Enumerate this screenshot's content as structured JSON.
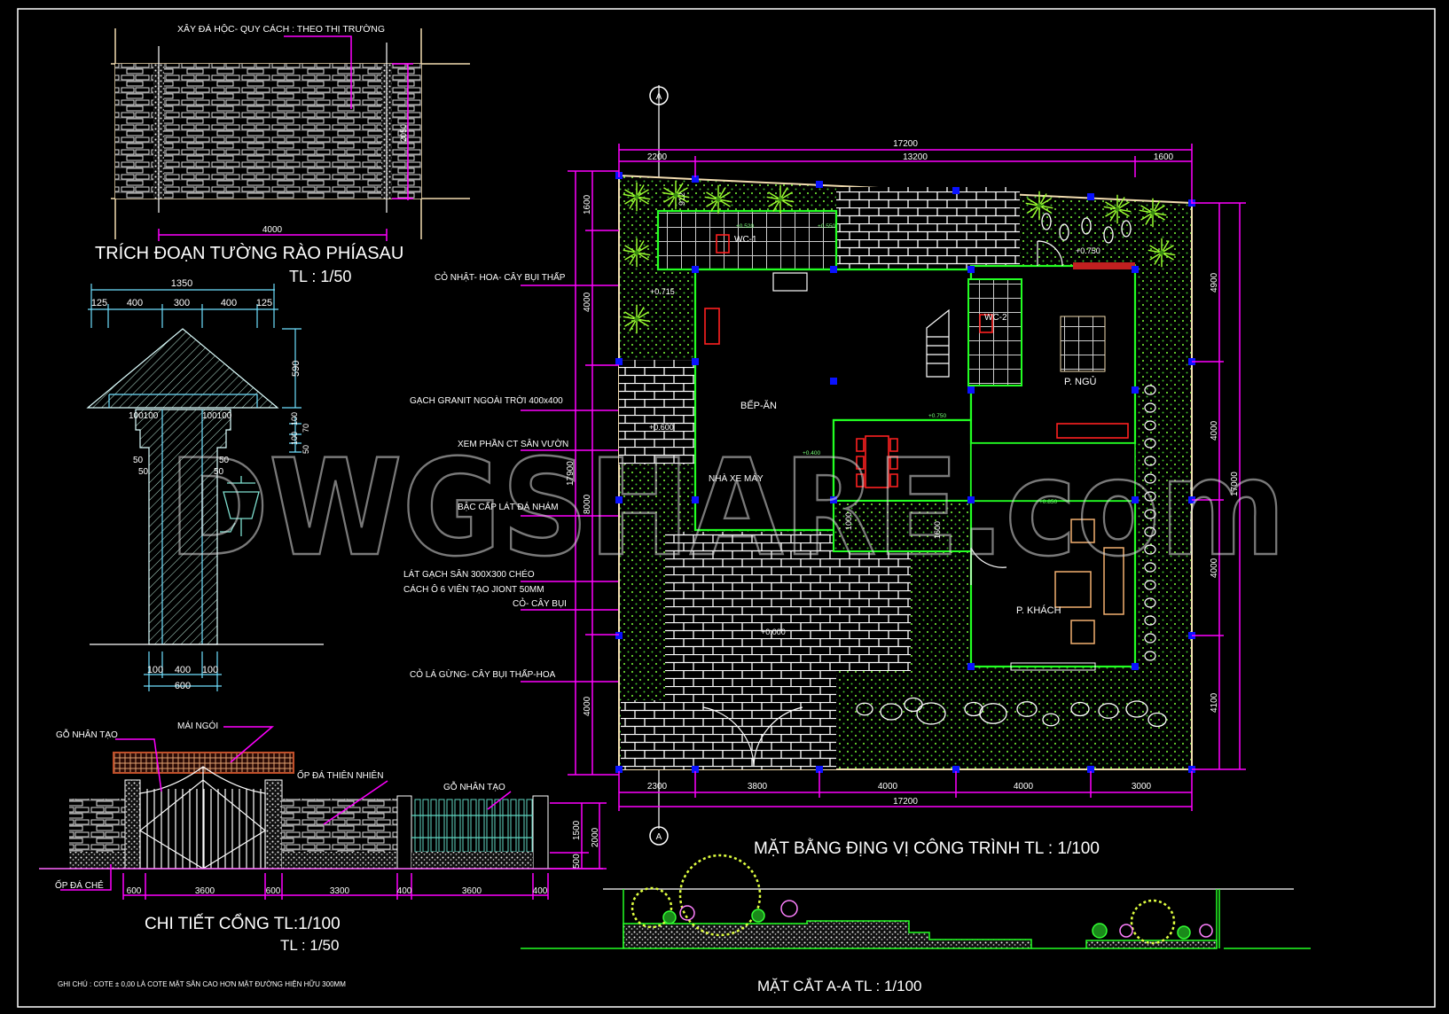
{
  "wall_detail": {
    "note": "XÂY ĐÁ HỘC-  QUY CÁCH : THEO THỊ TRƯỜNG",
    "dim_width": "4000",
    "dim_height": "2050",
    "title": "TRÍCH ĐOẠN TƯỜNG RÀO PHÍASAU",
    "scale": "TL : 1/50"
  },
  "pillar_detail": {
    "dim_total": "1350",
    "dims_top": [
      "125",
      "400",
      "300",
      "400",
      "125"
    ],
    "dim_roof": "590",
    "dims_right": [
      "100",
      "70",
      "100",
      "50"
    ],
    "dims_cornice_left": [
      "100100",
      "50",
      "50"
    ],
    "dims_cornice_right": [
      "100100",
      "50",
      "50"
    ],
    "dims_bottom": [
      "100",
      "400",
      "100"
    ],
    "dim_base": "600"
  },
  "callouts": [
    "CỎ NHẬT- HOA- CÂY BỤI THẤP",
    "GẠCH GRANIT NGOÀI TRỜI 400x400",
    "XEM PHẦN CT SÂN VƯỜN",
    "BẬC CẤP LÁT ĐÁ NHÁM",
    "LÁT GẠCH SÂN 300X300 CHÉO",
    "CÁCH Ô 6 VIÊN TẠO JIONT 50MM",
    "CỎ- CÂY BỤI",
    "CỎ LÁ GỪNG- CÂY BỤI THẤP-HOA"
  ],
  "plan": {
    "title": "MẶT BẰNG ĐỊNG VỊ CÔNG TRÌNH TL : 1/100",
    "section_marker": "A",
    "dims_top_total": "17200",
    "dims_top": [
      "2200",
      "13200",
      "1600"
    ],
    "dims_bottom": [
      "2300",
      "3800",
      "4000",
      "4000",
      "3000"
    ],
    "dims_bottom_total": "17200",
    "dims_right": [
      "4900",
      "4000",
      "4000",
      "4100"
    ],
    "dims_right_total": "17000",
    "dims_left": [
      "1600",
      "4000",
      "8000",
      "4000"
    ],
    "dims_left_total": "17900",
    "dims_inner": [
      "912",
      "1000",
      "1600"
    ],
    "rooms": {
      "wc1": "WC-1",
      "wc2": "WC-2",
      "kitchen": "BẾP-ĂN",
      "garage": "NHÀ XE MÁY",
      "bedroom": "P. NGỦ",
      "living": "P. KHÁCH"
    },
    "levels": [
      "+0.715",
      "+0.600",
      "+0.750",
      "+0.000"
    ],
    "level_tags": [
      "+0.520",
      "+0.550",
      "+0.750",
      "+0.400",
      "+0.850"
    ]
  },
  "gate_detail": {
    "labels": {
      "wood_left": "GỖ NHÂN TẠO",
      "roof_tile": "MÁI NGÓI",
      "stone_cladding": "ỐP ĐÁ THIÊN NHIÊN",
      "wood_right": "GỖ NHÂN TẠO",
      "split_stone": "ỐP ĐÁ CHẺ"
    },
    "dims": [
      "600",
      "3600",
      "600",
      "3300",
      "400",
      "3600",
      "400"
    ],
    "dims_height": [
      "1500",
      "500",
      "2000"
    ],
    "title": "CHI TIẾT CỔNG TL:1/100",
    "scale": "TL : 1/50"
  },
  "section": {
    "title": "MẶT CẮT A-A TL : 1/100"
  },
  "note": "GHI CHÚ : COTE ± 0,00 LÀ COTE MẶT SÂN CAO HƠN MẶT ĐƯỜNG  HIỆN HỮU 300MM",
  "watermark": "DWGSHARE.com",
  "colors": {
    "background": "#000000",
    "dimension": "#ff00ff",
    "wall": "#22ff22",
    "column": "#0a12ff",
    "fixture": "#ff2020",
    "grass_dot": "#7cff3a",
    "roof_tile": "#c0502a",
    "fence": "#5fd3c0"
  }
}
